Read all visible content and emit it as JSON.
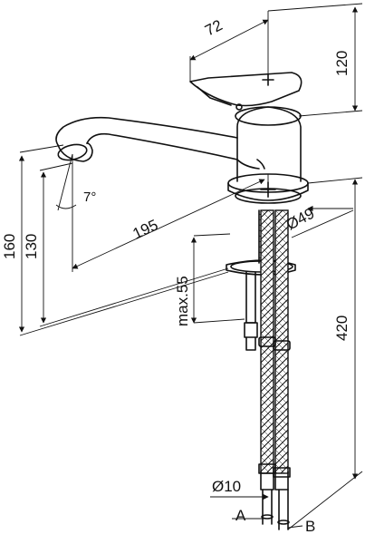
{
  "dimensions": {
    "handle_width": "72",
    "handle_height": "120",
    "spout_angle": "7°",
    "spout_reach": "195",
    "base_diameter": "Ø49",
    "overall_height": "160",
    "spout_height": "130",
    "max_deck": "max.55",
    "hose_length": "420",
    "hose_diameter": "Ø10"
  },
  "connections": {
    "a_label": "A",
    "b_label": "B"
  }
}
